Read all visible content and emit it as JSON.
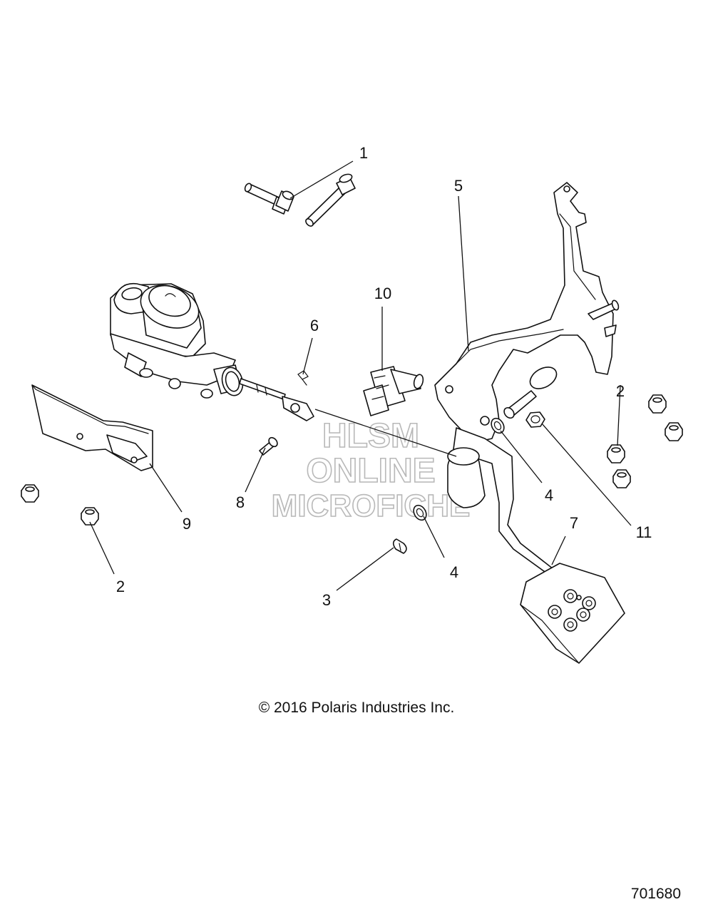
{
  "callouts": {
    "c1": "1",
    "c2a": "2",
    "c2b": "2",
    "c3": "3",
    "c4a": "4",
    "c4b": "4",
    "c5": "5",
    "c6": "6",
    "c7": "7",
    "c8": "8",
    "c9": "9",
    "c10": "10",
    "c11": "11"
  },
  "watermark": {
    "line1": "HLSM",
    "line2": "ONLINE",
    "line3": "MICROFICHE"
  },
  "copyright": "© 2016 Polaris Industries Inc.",
  "figure_number": "701680"
}
